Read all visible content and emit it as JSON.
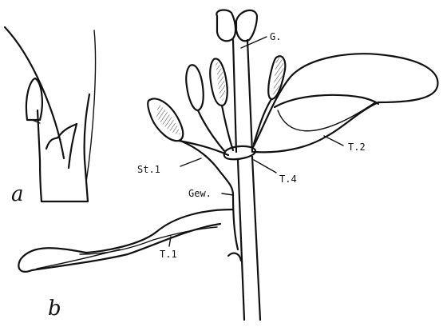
{
  "figure": {
    "panels": {
      "a": "a",
      "b": "b"
    },
    "labels": {
      "G": "G.",
      "T2": "T.2",
      "St1": "St.1",
      "T4": "T.4",
      "Gew": "Gew.",
      "T1": "T.1"
    }
  }
}
